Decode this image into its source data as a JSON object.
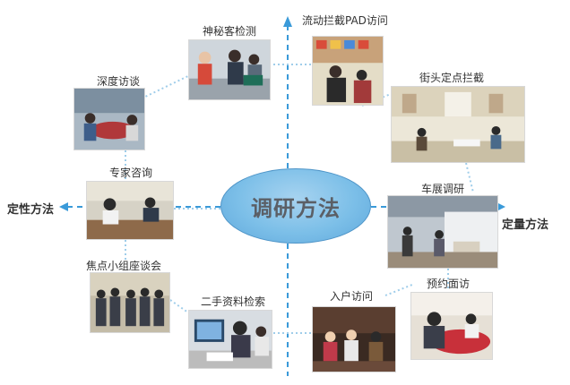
{
  "center": {
    "title": "调研方法"
  },
  "axes": {
    "left": "定性方法",
    "right": "定量方法"
  },
  "methods": {
    "mystery_shopper": "神秘客检测",
    "mobile_pad": "流动拦截PAD访问",
    "in_depth": "深度访谈",
    "street_intercept": "街头定点拦截",
    "expert": "专家咨询",
    "auto_show": "车展调研",
    "focus_group": "焦点小组座谈会",
    "desk_research": "二手资料检索",
    "home_visit": "入户访问",
    "appointment": "预约面访"
  },
  "colors": {
    "line": "#3a9ad9",
    "dot_line": "#9fcdea",
    "ellipse": "#7cbfe8"
  }
}
